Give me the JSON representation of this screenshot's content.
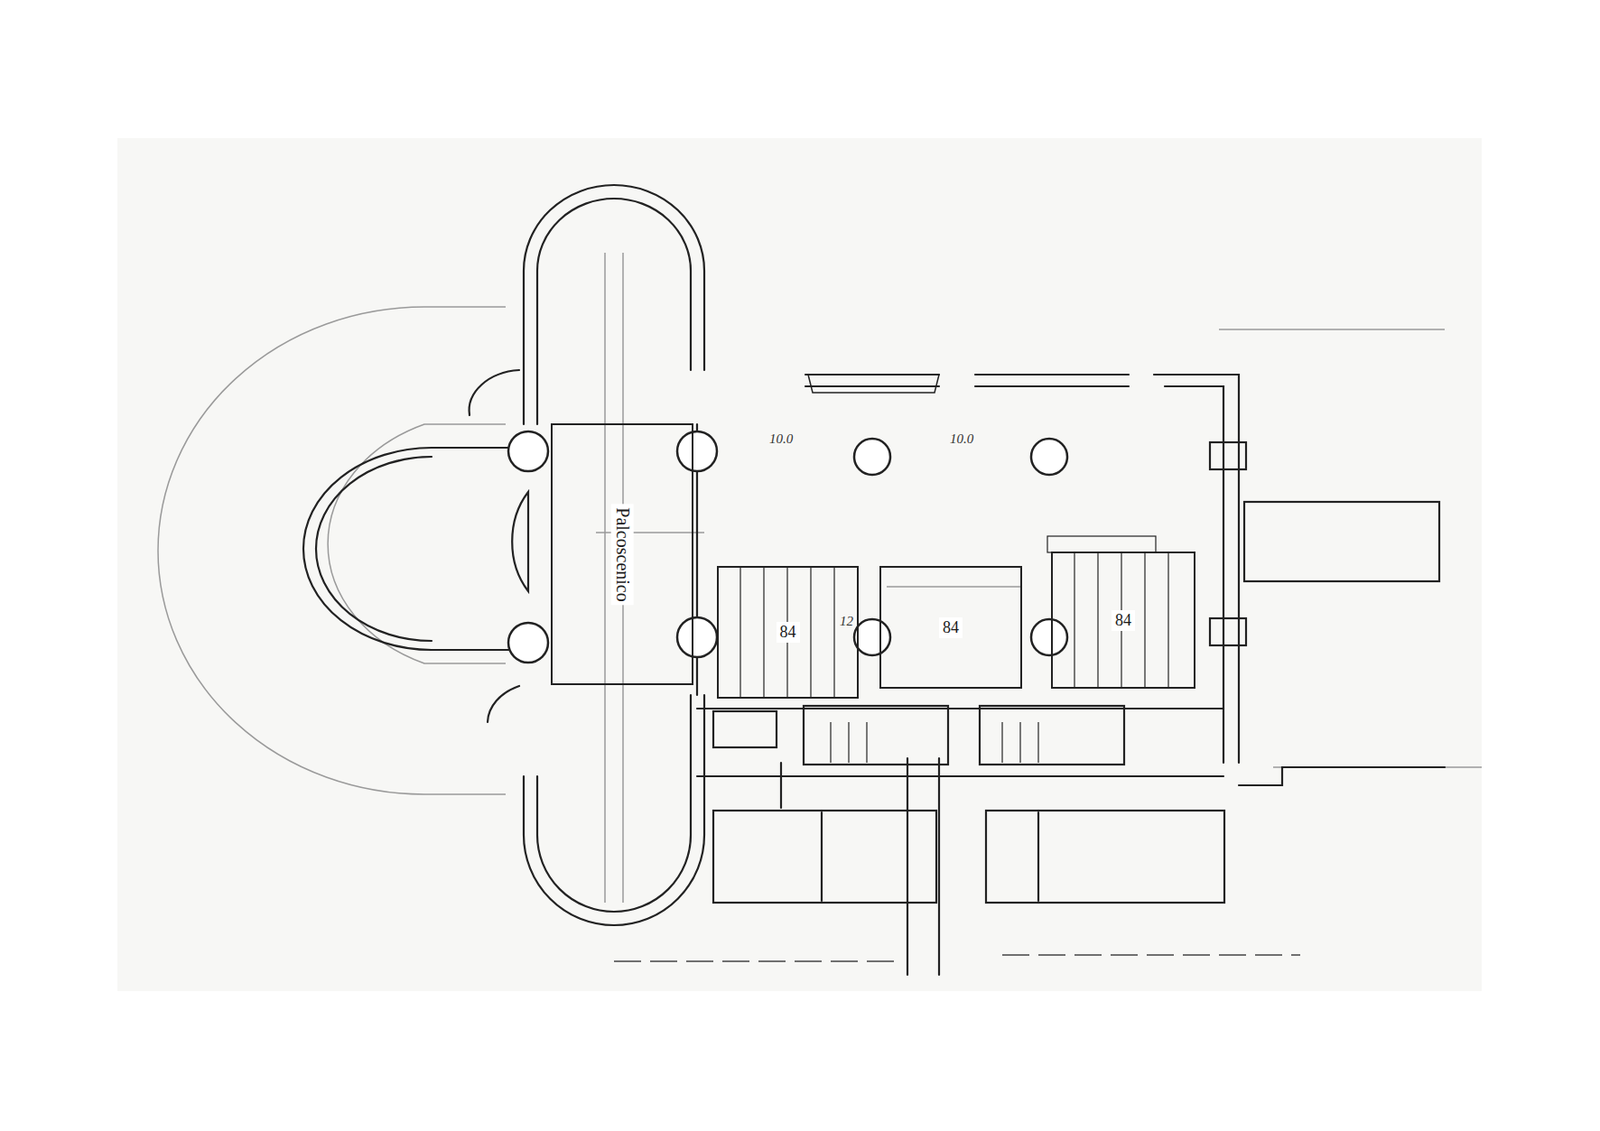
{
  "diagram": {
    "nodes": [
      {
        "text": [
          "Palcoscenico"
        ]
      },
      {
        "text": [
          "84"
        ]
      },
      {
        "text": [
          "84"
        ]
      },
      {
        "text": [
          "84"
        ]
      }
    ],
    "labels": [
      "12",
      "10.0",
      "10.0"
    ]
  }
}
